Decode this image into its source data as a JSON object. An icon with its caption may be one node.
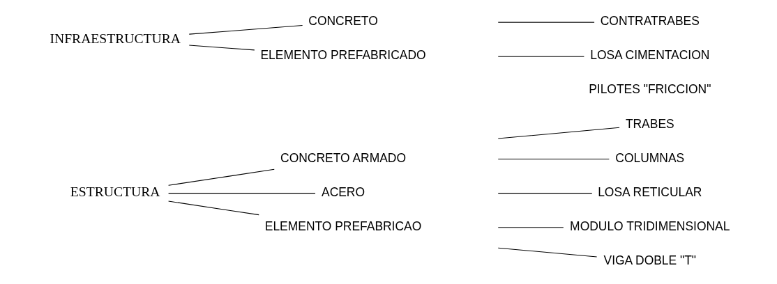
{
  "diagram": {
    "nodes": [
      {
        "text": [
          "ESTRUCTURA"
        ]
      },
      {
        "text": [
          "CONCRETO ARMADO"
        ]
      },
      {
        "text": [
          "ACERO"
        ]
      },
      {
        "text": [
          "ELEMENTO PREFABRICAO"
        ]
      },
      {
        "text": [
          "INFRAESTRUCTURA"
        ]
      },
      {
        "text": [
          "CONCRETO"
        ]
      },
      {
        "text": [
          "ELEMENTO PREFABRICADO"
        ]
      },
      {
        "text": [
          "TRABES"
        ]
      },
      {
        "text": [
          "COLUMNAS"
        ]
      },
      {
        "text": [
          "LOSA RETICULAR"
        ]
      },
      {
        "text": [
          "MODULO TRIDIMENSIONAL"
        ]
      },
      {
        "text": [
          "VIGA DOBLE \"T\""
        ]
      },
      {
        "text": [
          "CONTRATRABES"
        ]
      },
      {
        "text": [
          "LOSA CIMENTACION"
        ]
      }
    ],
    "edges": [
      {
        "from": 0,
        "to": 1,
        "arrow": "none"
      },
      {
        "from": 0,
        "to": 2,
        "arrow": "none"
      },
      {
        "from": 0,
        "to": 3,
        "arrow": "none"
      },
      {
        "from": 4,
        "to": 5,
        "arrow": "none"
      },
      {
        "from": 4,
        "to": 6,
        "arrow": "none"
      },
      {
        "from": null,
        "to": 7,
        "arrow": "none"
      },
      {
        "from": null,
        "to": 8,
        "arrow": "none"
      },
      {
        "from": null,
        "to": 9,
        "arrow": "none"
      },
      {
        "from": null,
        "to": 10,
        "arrow": "none"
      },
      {
        "from": null,
        "to": 11,
        "arrow": "none"
      },
      {
        "from": null,
        "to": 12,
        "arrow": "none"
      },
      {
        "from": null,
        "to": 13,
        "arrow": "none"
      }
    ],
    "labels": [
      "PILOTES \"FRICCION\""
    ]
  }
}
